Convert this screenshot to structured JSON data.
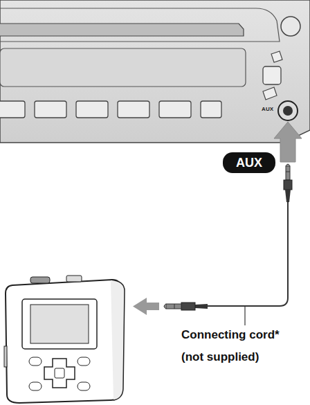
{
  "diagram": {
    "labels": [
      "AUX",
      "AUX",
      "Connecting cord*",
      "(not supplied)"
    ]
  }
}
